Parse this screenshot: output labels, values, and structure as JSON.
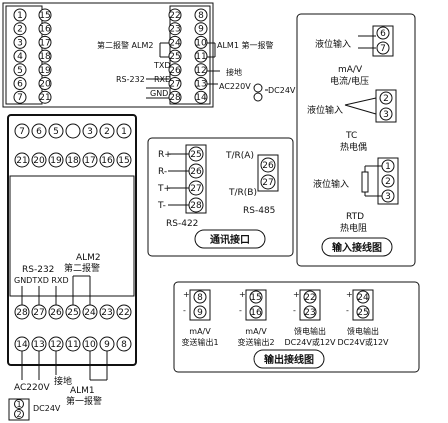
{
  "top_block": {
    "col1": [
      "1",
      "2",
      "3",
      "4",
      "5",
      "6",
      "7"
    ],
    "col2": [
      "15",
      "16",
      "17",
      "18",
      "19",
      "20",
      "21"
    ],
    "col3": [
      "22",
      "23",
      "24",
      "25",
      "26",
      "27",
      "28"
    ],
    "col4": [
      "8",
      "9",
      "10",
      "11",
      "12",
      "13",
      "14"
    ],
    "alm2": "第二报警 ALM2",
    "alm1": "ALM1 第一报警",
    "rs232": "RS-232",
    "txd": "TXD",
    "rxd": "RXD",
    "gnd": "GND",
    "ground": "接地",
    "ac220v": "AC220V",
    "dc24v": "DC24V"
  },
  "panel": {
    "top_row": [
      "7",
      "6",
      "5",
      "",
      "3",
      "2",
      "1"
    ],
    "row2": [
      "21",
      "20",
      "19",
      "18",
      "17",
      "16",
      "15"
    ],
    "row3": [
      "28",
      "27",
      "26",
      "25",
      "24",
      "23",
      "22"
    ],
    "bottom_row": [
      "14",
      "13",
      "12",
      "11",
      "10",
      "9",
      "8"
    ],
    "rs232": "RS-232",
    "gnd_txd_rxd": "GNDTXD RXD",
    "alm2": "ALM2",
    "alm2_cn": "第二报警",
    "ac220v": "AC220V",
    "ground": "接地",
    "alm1": "ALM1",
    "alm1_cn": "第一报警",
    "dc24v": "DC24V",
    "dc_terms": [
      "1",
      "2"
    ]
  },
  "comm": {
    "rs422_terms": [
      "25",
      "26",
      "27",
      "28"
    ],
    "rs422_labels": [
      "R+",
      "R-",
      "T+",
      "T-"
    ],
    "rs485_terms": [
      "26",
      "27"
    ],
    "rs485_labels": [
      "T/R(A)",
      "T/R(B)"
    ],
    "rs422": "RS-422",
    "rs485": "RS-485",
    "title": "通讯接口"
  },
  "input": {
    "level1": "液位输入",
    "ma_v": "mA/V",
    "current_voltage": "电流/电压",
    "level2": "液位输入",
    "tc": "TC",
    "thermocouple": "热电偶",
    "level3": "液位输入",
    "rtd": "RTD",
    "rtd_cn": "热电阻",
    "title": "输入接线图",
    "terms_a": [
      "6",
      "7"
    ],
    "terms_b": [
      "2",
      "3"
    ],
    "terms_c": [
      "1",
      "2",
      "3"
    ]
  },
  "output": {
    "groups": [
      {
        "terms": [
          "8",
          "9"
        ],
        "l1": "mA/V",
        "l2": "变送输出1"
      },
      {
        "terms": [
          "15",
          "16"
        ],
        "l1": "mA/V",
        "l2": "变送输出2"
      },
      {
        "terms": [
          "22",
          "23"
        ],
        "l1": "馈电输出",
        "l2": "DC24V或12V"
      },
      {
        "terms": [
          "24",
          "25"
        ],
        "l1": "馈电输出",
        "l2": "DC24V或12V"
      }
    ],
    "title": "输出接线图"
  }
}
